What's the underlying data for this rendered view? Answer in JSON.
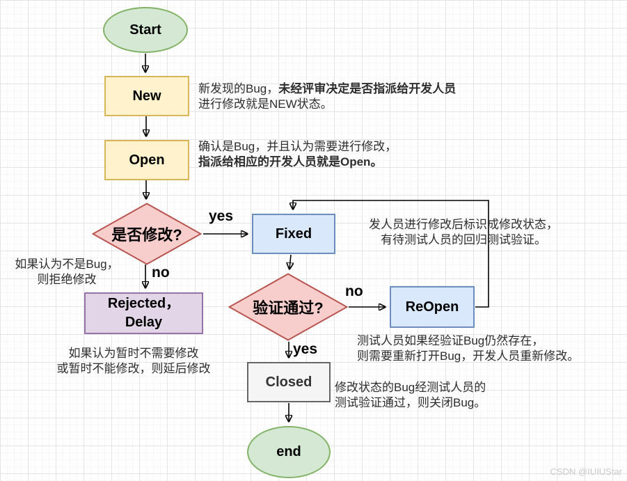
{
  "nodes": {
    "start": {
      "label": "Start"
    },
    "new": {
      "label": "New"
    },
    "open": {
      "label": "Open"
    },
    "decision_modify": {
      "label": "是否修改?"
    },
    "fixed": {
      "label": "Fixed"
    },
    "rejected": {
      "label_line1": "Rejected，",
      "label_line2": "Delay"
    },
    "decision_verify": {
      "label": "验证通过?"
    },
    "reopen": {
      "label": "ReOpen"
    },
    "closed": {
      "label": "Closed"
    },
    "end": {
      "label": "end"
    }
  },
  "edge_labels": {
    "modify_yes": "yes",
    "modify_no": "no",
    "verify_no": "no",
    "verify_yes": "yes"
  },
  "annotations": {
    "new_note": {
      "line1_normal": "新发现的Bug，",
      "line1_bold": "未经评审决定是否指派给开发人员",
      "line2": "进行修改就是NEW状态。"
    },
    "open_note": {
      "line1": "确认是Bug，并且认为需要进行修改，",
      "line2_bold": "指派给相应的开发人员就是Open。"
    },
    "reject_left_note": {
      "line1": "如果认为不是Bug，",
      "line2": "则拒绝修改"
    },
    "reject_bottom_note": {
      "line1": "如果认为暂时不需要修改",
      "line2": "或暂时不能修改，则延后修改"
    },
    "fixed_note": {
      "line1": "发人员进行修改后标识成修改状态，",
      "line2": "有待测试人员的回归测试验证。"
    },
    "reopen_note": {
      "line1": "测试人员如果经验证Bug仍然存在，",
      "line2": "则需要重新打开Bug，开发人员重新修改。"
    },
    "closed_note": {
      "line1": "修改状态的Bug经测试人员的",
      "line2": "测试验证通过，则关闭Bug。"
    }
  },
  "watermark": "CSDN @IUIUStar",
  "colors": {
    "terminator_fill": "#d5e8d4",
    "terminator_border": "#82b366",
    "state_fill": "#fff2cc",
    "state_border": "#d6b656",
    "decision_fill": "#f8cecc",
    "decision_border": "#b85450",
    "progress_fill": "#dae8fc",
    "progress_border": "#6c8ebf",
    "rejected_fill": "#e1d5e7",
    "rejected_border": "#9673a6",
    "closed_fill": "#f5f5f5",
    "closed_border": "#666666",
    "connector": "#000000"
  }
}
